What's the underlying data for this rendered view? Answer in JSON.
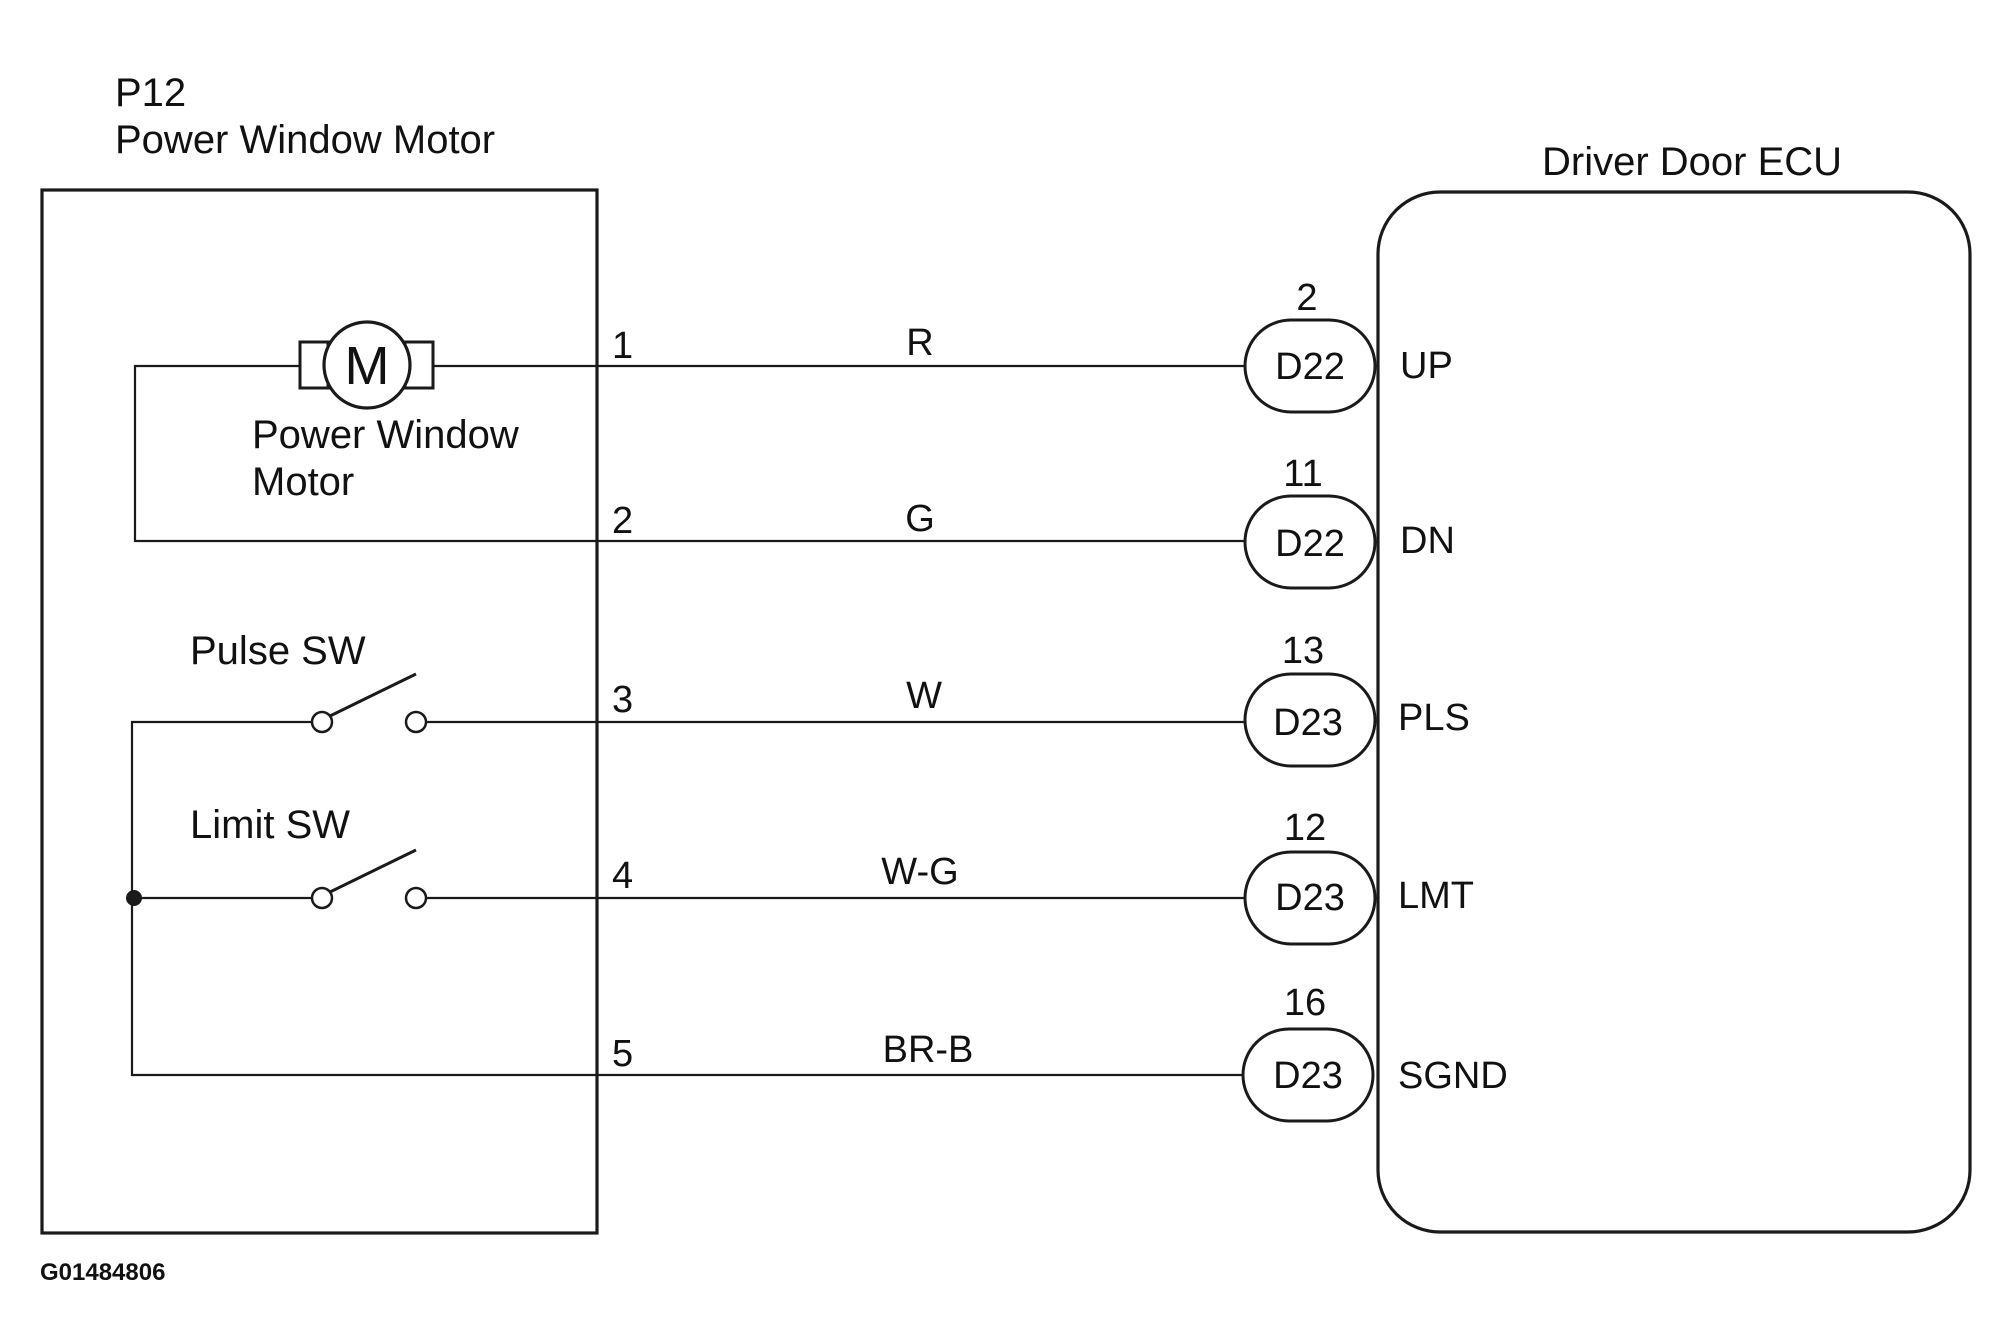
{
  "motor_component": {
    "code": "P12",
    "name": "Power Window Motor",
    "motor_symbol": "M",
    "motor_label_line1": "Power Window",
    "motor_label_line2": "Motor",
    "pulse_switch_label": "Pulse SW",
    "limit_switch_label": "Limit SW"
  },
  "ecu": {
    "name": "Driver Door ECU"
  },
  "circuits": [
    {
      "pin": "1",
      "wire_color": "R",
      "connector": "D22",
      "terminal": "2",
      "signal": "UP"
    },
    {
      "pin": "2",
      "wire_color": "G",
      "connector": "D22",
      "terminal": "11",
      "signal": "DN"
    },
    {
      "pin": "3",
      "wire_color": "W",
      "connector": "D23",
      "terminal": "13",
      "signal": "PLS"
    },
    {
      "pin": "4",
      "wire_color": "W-G",
      "connector": "D23",
      "terminal": "12",
      "signal": "LMT"
    },
    {
      "pin": "5",
      "wire_color": "BR-B",
      "connector": "D23",
      "terminal": "16",
      "signal": "SGND"
    }
  ],
  "figure_code": "G01484806"
}
